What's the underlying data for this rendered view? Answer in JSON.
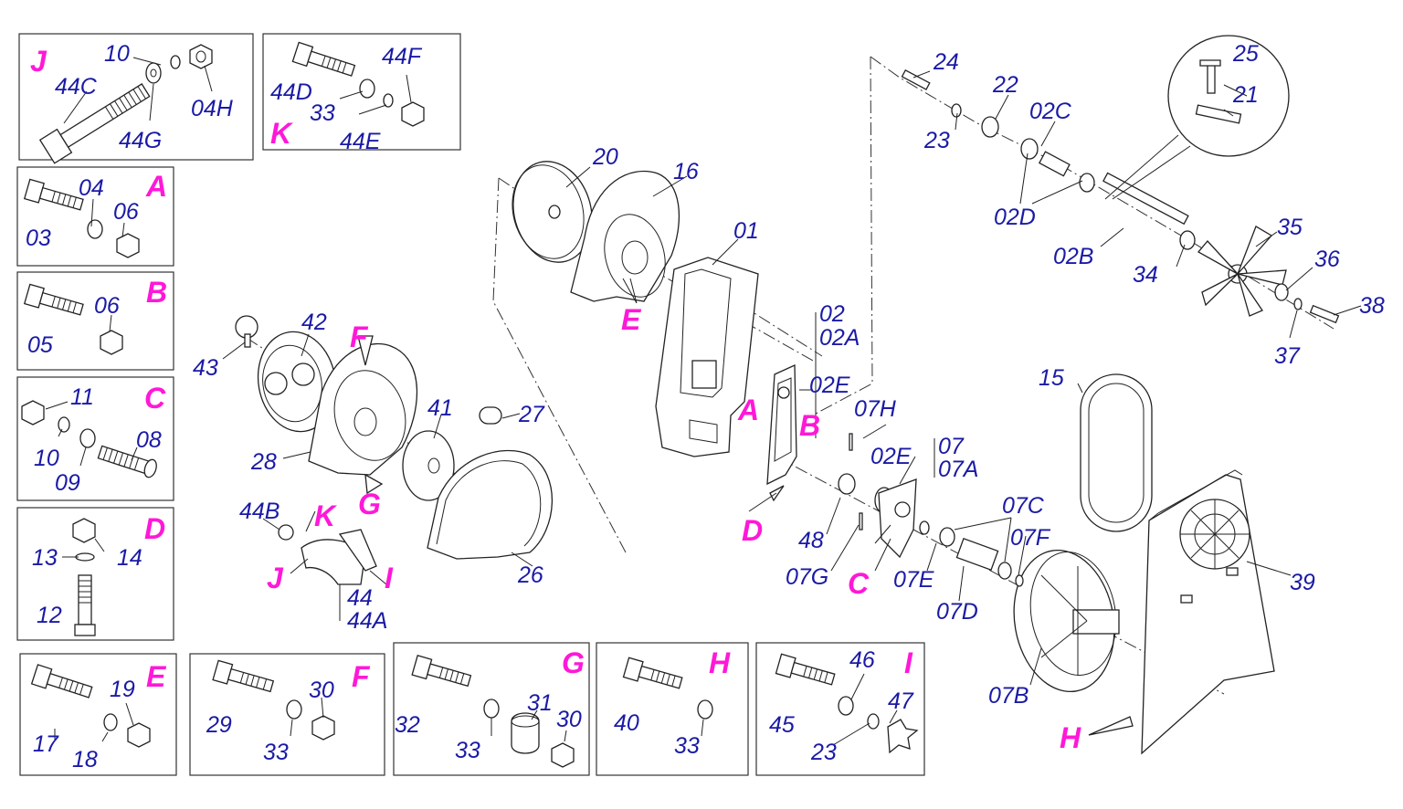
{
  "colors": {
    "part_label": "#1a1aa6",
    "detail_letter": "#ff18d8",
    "line": "#222222"
  },
  "detail_boxes": [
    {
      "letter": "J",
      "labels": [
        "10",
        "44C",
        "04H",
        "44G"
      ]
    },
    {
      "letter": "K",
      "labels": [
        "44D",
        "44F",
        "33",
        "44E"
      ]
    },
    {
      "letter": "A",
      "labels": [
        "04",
        "06",
        "03"
      ]
    },
    {
      "letter": "B",
      "labels": [
        "05",
        "06"
      ]
    },
    {
      "letter": "C",
      "labels": [
        "11",
        "10",
        "09",
        "08"
      ]
    },
    {
      "letter": "D",
      "labels": [
        "13",
        "14",
        "12"
      ]
    },
    {
      "letter": "E",
      "labels": [
        "19",
        "17",
        "18"
      ]
    },
    {
      "letter": "F",
      "labels": [
        "30",
        "29",
        "33"
      ]
    },
    {
      "letter": "G",
      "labels": [
        "31",
        "33",
        "32",
        "30"
      ]
    },
    {
      "letter": "H",
      "labels": [
        "40",
        "33"
      ]
    },
    {
      "letter": "I",
      "labels": [
        "46",
        "47",
        "45",
        "23"
      ]
    }
  ],
  "main_labels": {
    "p20": "20",
    "p16": "16",
    "p01": "01",
    "p02": "02",
    "p02A": "02A",
    "p02E_top": "02E",
    "p24": "24",
    "p22": "22",
    "p02C": "02C",
    "p23": "23",
    "p02D": "02D",
    "p25": "25",
    "p21": "21",
    "p35": "35",
    "p02B": "02B",
    "p34": "34",
    "p36": "36",
    "p38": "38",
    "p37": "37",
    "p42": "42",
    "p43": "43",
    "p41": "41",
    "p27": "27",
    "p28": "28",
    "p26": "26",
    "p44B": "44B",
    "p44": "44",
    "p44A": "44A",
    "p07H": "07H",
    "p07": "07",
    "p07A": "07A",
    "p02E_mid": "02E",
    "p48": "48",
    "p07G": "07G",
    "p07C": "07C",
    "p07F": "07F",
    "p07E": "07E",
    "p07D": "07D",
    "p07B": "07B",
    "p15": "15",
    "p39": "39"
  },
  "callouts": {
    "E": "E",
    "A": "A",
    "B": "B",
    "D": "D",
    "F": "F",
    "G": "G",
    "K": "K",
    "J": "J",
    "I": "I",
    "C": "C",
    "H": "H"
  }
}
